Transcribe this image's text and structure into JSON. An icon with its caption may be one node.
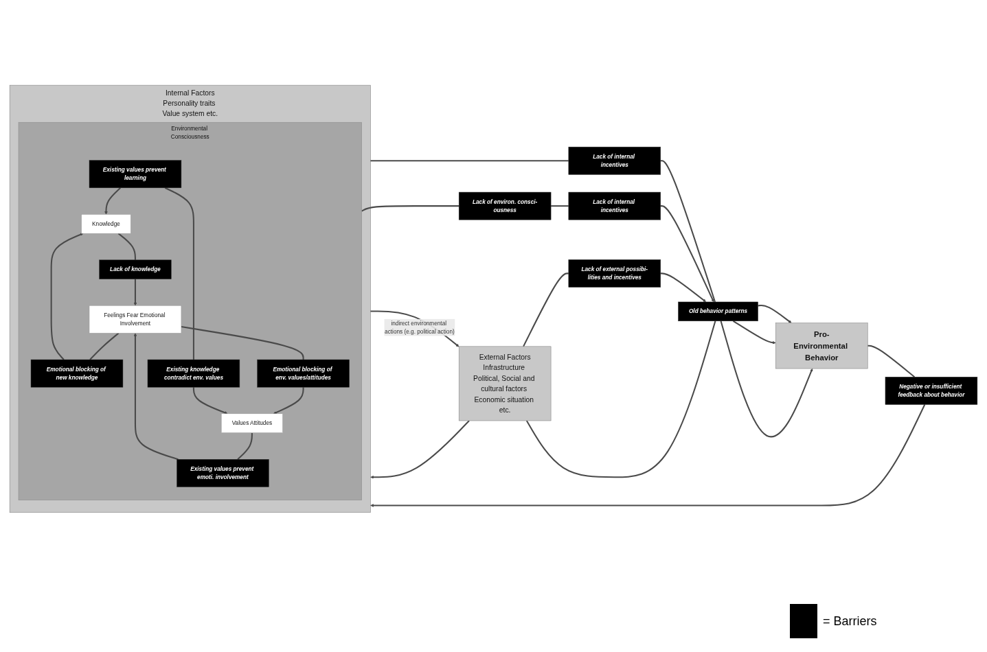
{
  "diagram": {
    "nodes": [
      {
        "text": [
          "Internal Factors",
          "Personality traits Value system etc."
        ]
      },
      {
        "text": [
          "Environmental Consciousness"
        ],
        "in": 0
      },
      {
        "text": [
          "Knowledge"
        ],
        "in": 1
      },
      {
        "text": [
          "Lack of knowledge"
        ],
        "in": 1
      },
      {
        "text": [
          "Emotional blocking of new knowledge"
        ],
        "in": 1
      },
      {
        "text": [
          "Existing values prevent learning"
        ],
        "in": 1
      },
      {
        "text": [
          "Feelings Fear Emotional Involvement"
        ],
        "in": 1
      },
      {
        "text": [
          "Existing knowledge contradict env. values"
        ],
        "in": 1
      },
      {
        "text": [
          "Emotional blocking of env. values/attitudes"
        ],
        "in": 1
      },
      {
        "text": [
          "Existing values prevent emoti. involvement"
        ],
        "in": 1
      },
      {
        "text": [
          "Values Attitudes"
        ],
        "in": 1
      },
      {
        "text": [
          "External Factors",
          "Infrastructure Political, Social and cultural factors Economic situation etc."
        ]
      },
      {
        "text": [
          "Negative or insufficient feedback about behavior"
        ]
      },
      {
        "text": [
          "Lack of internal incentives"
        ]
      },
      {
        "text": [
          "Lack of environ. consci-ousness"
        ]
      },
      {
        "text": [
          "Lack of internal incentives"
        ]
      },
      {
        "text": [
          "Lack of external possibi-lities and incentives"
        ]
      },
      {
        "text": [
          "Old behavior patterns"
        ]
      },
      {
        "text": [
          "Pro-Environmental Behavior"
        ]
      }
    ],
    "edges": [
      {
        "from": 2,
        "to": 3,
        "arrow": "none"
      },
      {
        "from": 3,
        "to": 6,
        "arrow": "to"
      },
      {
        "from": 6,
        "to": 4,
        "arrow": "none"
      },
      {
        "from": 4,
        "to": 2,
        "arrow": "to"
      },
      {
        "from": 10,
        "to": 9,
        "arrow": "none"
      },
      {
        "from": 9,
        "to": 6,
        "arrow": "to"
      },
      {
        "from": 6,
        "to": 8,
        "arrow": "none"
      },
      {
        "from": 8,
        "to": 10,
        "arrow": "to"
      },
      {
        "from": 5,
        "to": 2,
        "arrow": "to"
      },
      {
        "from": 5,
        "to": 7,
        "arrow": "none"
      },
      {
        "from": 7,
        "to": 10,
        "arrow": "to"
      },
      {
        "from": 0,
        "to": 11,
        "label": "indirect environmental actions (e.g. political action)",
        "arrow": "to"
      },
      {
        "from": 11,
        "to": 0,
        "arrow": "to"
      },
      {
        "from": 18,
        "to": 12,
        "arrow": "none"
      },
      {
        "from": 12,
        "to": 0,
        "arrow": "to"
      },
      {
        "from": 0,
        "to": 13,
        "arrow": "none"
      },
      {
        "from": 13,
        "to": 17,
        "arrow": "none"
      },
      {
        "from": 1,
        "to": 14,
        "arrow": "none"
      },
      {
        "from": 14,
        "to": 15,
        "arrow": "none"
      },
      {
        "from": 15,
        "to": 17,
        "arrow": "to"
      },
      {
        "from": 11,
        "to": 16,
        "arrow": "none"
      },
      {
        "from": 16,
        "to": 17,
        "arrow": "to"
      },
      {
        "from": 11,
        "to": 17,
        "arrow": "none"
      },
      {
        "from": 17,
        "to": 18,
        "arrow": "to"
      },
      {
        "from": 17,
        "to": 18,
        "arrow": "to"
      },
      {
        "from": 17,
        "to": 18,
        "arrow": "to"
      }
    ],
    "legend": [
      {
        "text": "= Barriers",
        "color": "#000000"
      }
    ]
  }
}
